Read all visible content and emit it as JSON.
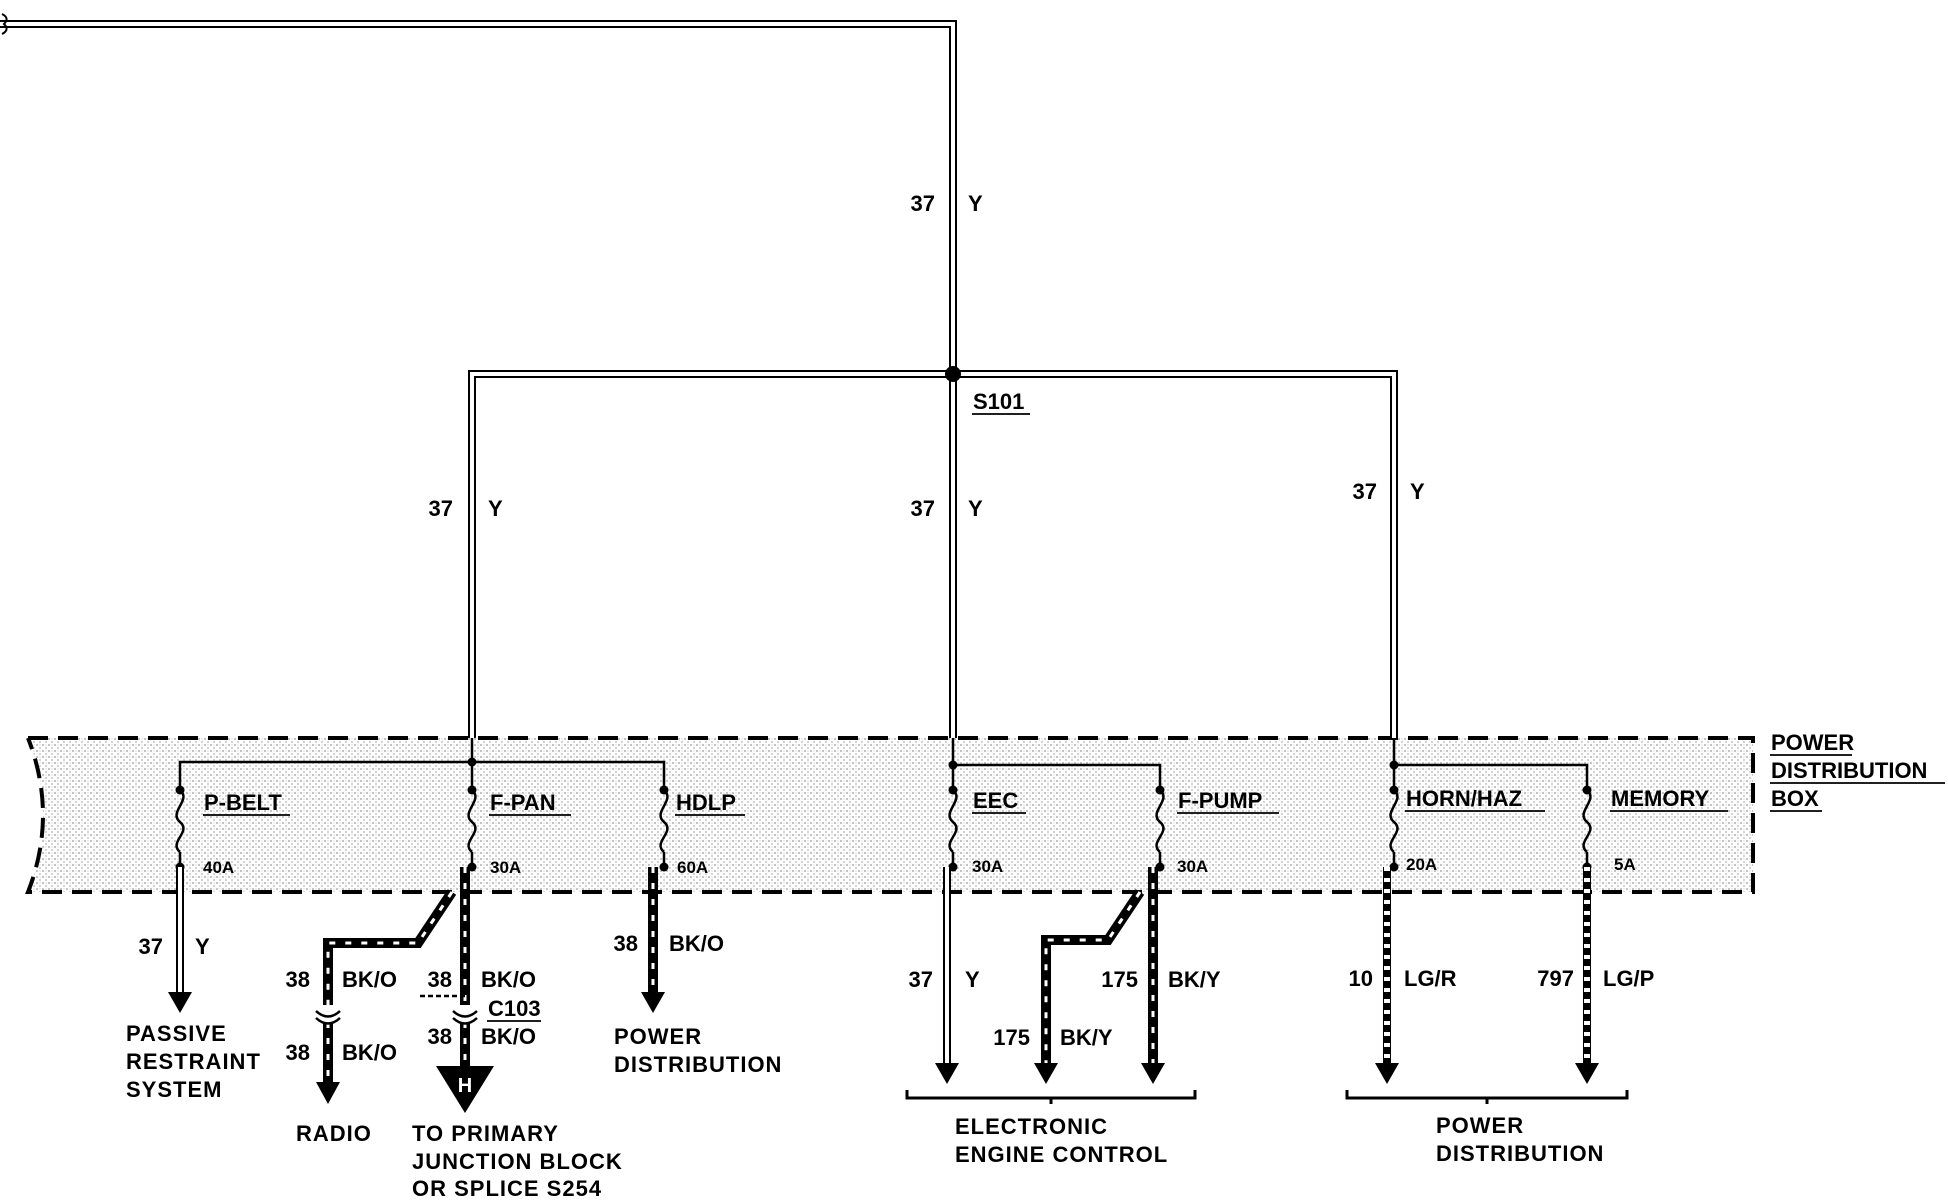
{
  "wires": {
    "main_top": {
      "number": "37",
      "color": "Y"
    },
    "left_branch": {
      "number": "37",
      "color": "Y"
    },
    "center_branch": {
      "number": "37",
      "color": "Y"
    },
    "right_branch": {
      "number": "37",
      "color": "Y"
    }
  },
  "splice": {
    "label": "S101"
  },
  "box": {
    "title_line1": "POWER",
    "title_line2": "DISTRIBUTION",
    "title_line3": "BOX"
  },
  "fuses": [
    {
      "name": "P-BELT",
      "rating": "40A"
    },
    {
      "name": "F-PAN",
      "rating": "30A"
    },
    {
      "name": "HDLP",
      "rating": "60A"
    },
    {
      "name": "EEC",
      "rating": "30A"
    },
    {
      "name": "F-PUMP",
      "rating": "30A"
    },
    {
      "name": "HORN/HAZ",
      "rating": "20A"
    },
    {
      "name": "MEMORY",
      "rating": "5A"
    }
  ],
  "outputs": {
    "pbelt": {
      "number": "37",
      "color": "Y"
    },
    "fpan_left": {
      "number": "38",
      "color": "BK/O"
    },
    "fpan_right": {
      "number": "38",
      "color": "BK/O"
    },
    "connector": {
      "label": "C103",
      "number": "38",
      "color": "BK/O"
    },
    "radio_wire": {
      "number": "38",
      "color": "BK/O"
    },
    "hdlp": {
      "number": "38",
      "color": "BK/O"
    },
    "eec": {
      "number": "37",
      "color": "Y"
    },
    "fpump_left": {
      "number": "175",
      "color": "BK/Y"
    },
    "fpump_right": {
      "number": "175",
      "color": "BK/Y"
    },
    "horn": {
      "number": "10",
      "color": "LG/R"
    },
    "memory": {
      "number": "797",
      "color": "LG/P"
    },
    "ref_letter": "H"
  },
  "destinations": {
    "passive": [
      "PASSIVE",
      "RESTRAINT",
      "SYSTEM"
    ],
    "radio": "RADIO",
    "junction": [
      "TO PRIMARY",
      "JUNCTION BLOCK",
      "OR SPLICE S254"
    ],
    "power_dist_a": [
      "POWER",
      "DISTRIBUTION"
    ],
    "eec_dest": [
      "ELECTRONIC",
      "ENGINE CONTROL"
    ],
    "power_dist_b": [
      "POWER",
      "DISTRIBUTION"
    ]
  }
}
